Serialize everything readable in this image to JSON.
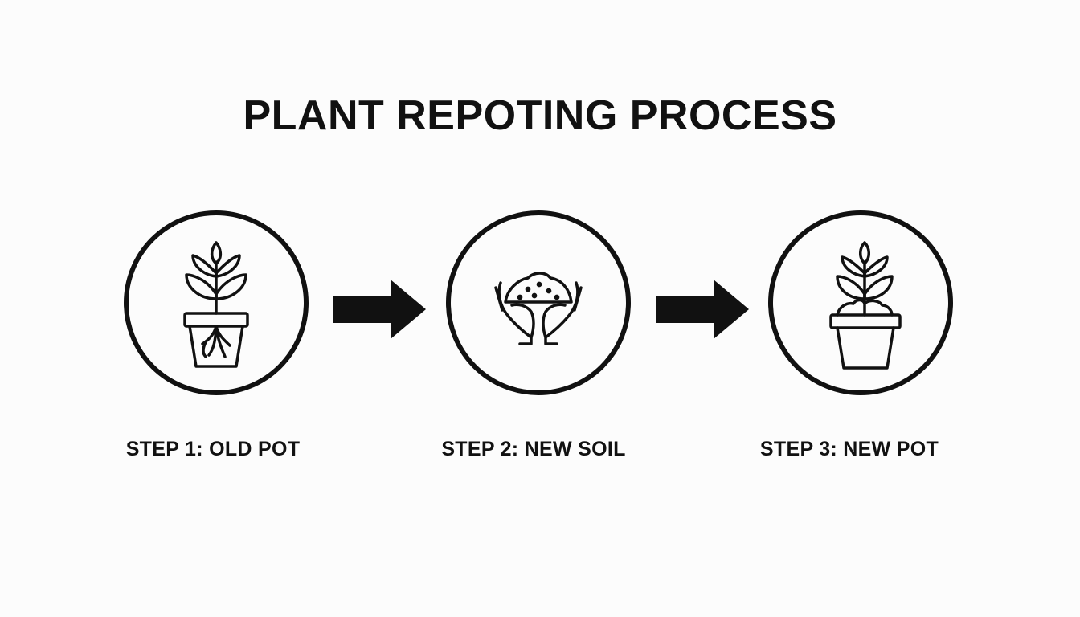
{
  "title": "PLANT REPOTING PROCESS",
  "steps": [
    {
      "label": "STEP 1: OLD POT",
      "icon": "plant-in-pot-with-roots-icon"
    },
    {
      "label": "STEP 2: NEW SOIL",
      "icon": "hands-holding-soil-icon"
    },
    {
      "label": "STEP 3: NEW POT",
      "icon": "plant-in-new-pot-icon"
    }
  ],
  "colors": {
    "ink": "#111111",
    "background": "#fcfcfc"
  }
}
